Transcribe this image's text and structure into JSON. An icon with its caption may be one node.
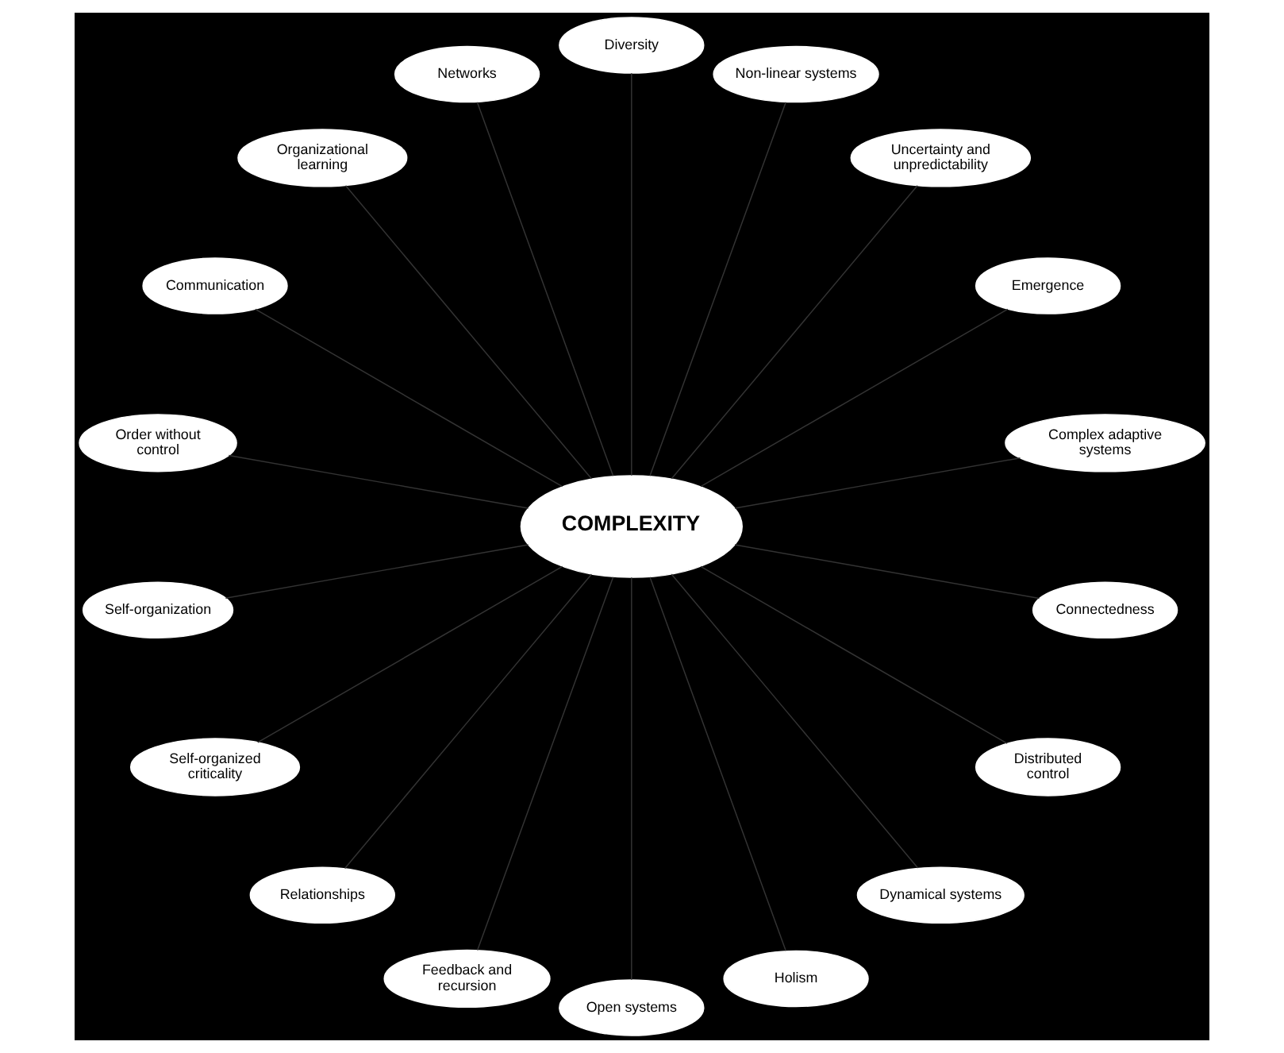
{
  "diagram": {
    "nodes": [
      {
        "text": [
          "COMPLEXITY"
        ]
      },
      {
        "text": [
          "Complex adaptive systems"
        ]
      },
      {
        "text": [
          "Emergence"
        ]
      },
      {
        "text": [
          "Uncertainty and unpredictability"
        ]
      },
      {
        "text": [
          "Non-linear systems"
        ]
      },
      {
        "text": [
          "Diversity"
        ]
      },
      {
        "text": [
          "Networks"
        ]
      },
      {
        "text": [
          "Organizational learning"
        ]
      },
      {
        "text": [
          "Communication"
        ]
      },
      {
        "text": [
          "Order without control"
        ]
      },
      {
        "text": [
          "Self-organization"
        ]
      },
      {
        "text": [
          "Self-organized criticality"
        ]
      },
      {
        "text": [
          "Relationships"
        ]
      },
      {
        "text": [
          "Feedback and recursion"
        ]
      },
      {
        "text": [
          "Open systems"
        ]
      },
      {
        "text": [
          "Holism"
        ]
      },
      {
        "text": [
          "Dynamical systems"
        ]
      },
      {
        "text": [
          "Distributed control"
        ]
      },
      {
        "text": [
          "Connectedness"
        ]
      }
    ],
    "edges": [
      {
        "from": 0,
        "to": 1,
        "arrow": "none"
      },
      {
        "from": 0,
        "to": 2,
        "arrow": "none"
      },
      {
        "from": 0,
        "to": 3,
        "arrow": "none"
      },
      {
        "from": 0,
        "to": 4,
        "arrow": "none"
      },
      {
        "from": 0,
        "to": 5,
        "arrow": "none"
      },
      {
        "from": 0,
        "to": 6,
        "arrow": "none"
      },
      {
        "from": 0,
        "to": 7,
        "arrow": "none"
      },
      {
        "from": 0,
        "to": 8,
        "arrow": "none"
      },
      {
        "from": 0,
        "to": 9,
        "arrow": "none"
      },
      {
        "from": 0,
        "to": 10,
        "arrow": "none"
      },
      {
        "from": 0,
        "to": 11,
        "arrow": "none"
      },
      {
        "from": 0,
        "to": 12,
        "arrow": "none"
      },
      {
        "from": 0,
        "to": 13,
        "arrow": "none"
      },
      {
        "from": 0,
        "to": 14,
        "arrow": "none"
      },
      {
        "from": 0,
        "to": 15,
        "arrow": "none"
      },
      {
        "from": 0,
        "to": 16,
        "arrow": "none"
      },
      {
        "from": 0,
        "to": 17,
        "arrow": "none"
      },
      {
        "from": 0,
        "to": 18,
        "arrow": "none"
      }
    ]
  }
}
